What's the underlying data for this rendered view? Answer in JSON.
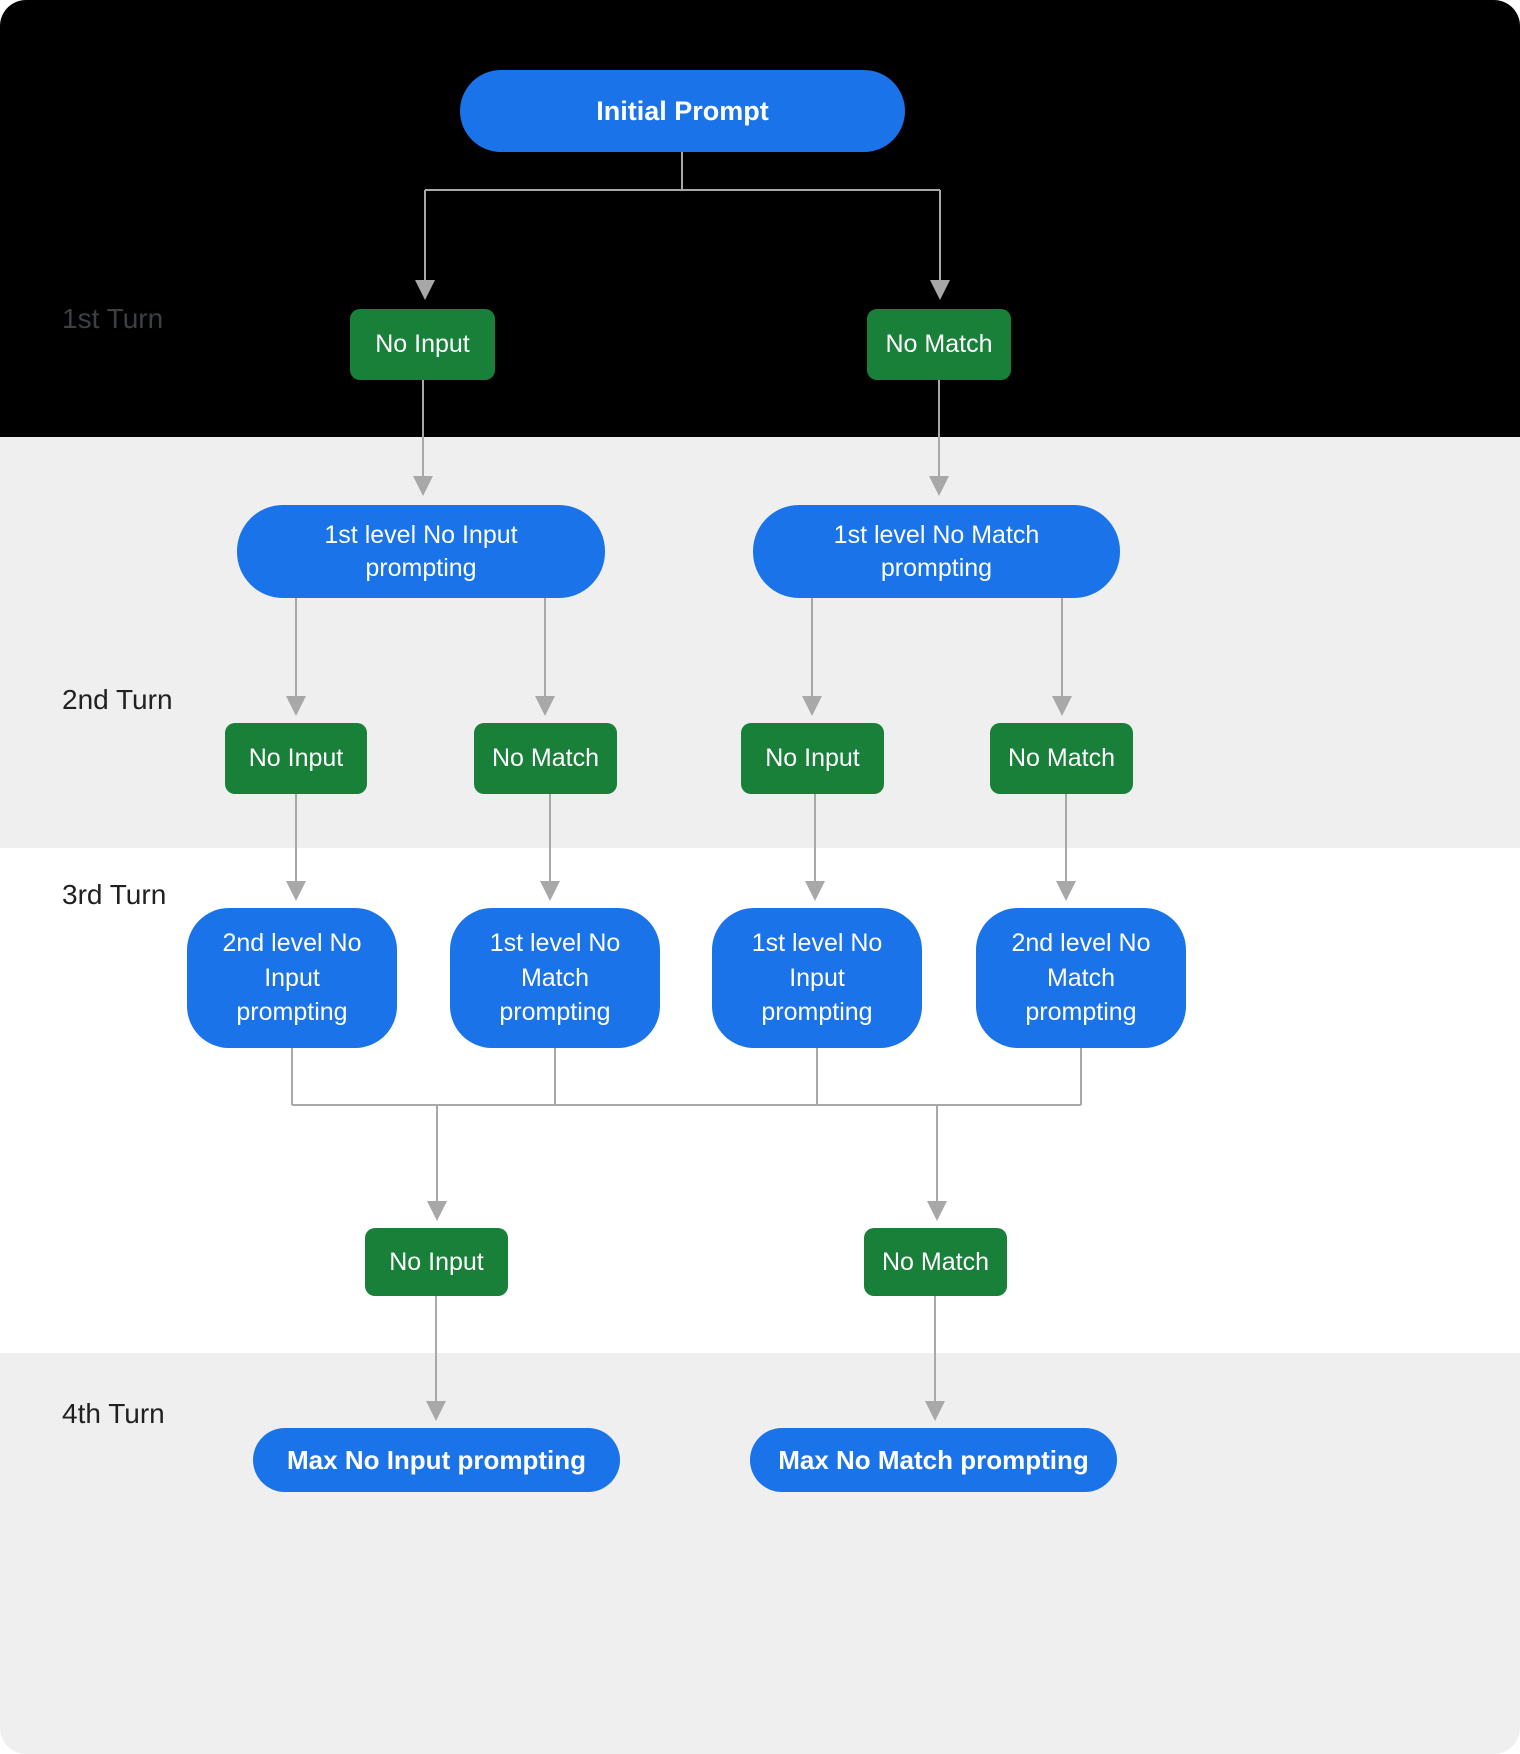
{
  "colors": {
    "node_blue": "#1a73e8",
    "node_green": "#188038",
    "band_black": "#000000",
    "band_gray": "#efefef",
    "band_white": "#ffffff",
    "connector_gray": "#a8a8a8",
    "node_text": "#ffffff"
  },
  "turns": [
    "1st Turn",
    "2nd Turn",
    "3rd Turn",
    "4th Turn"
  ],
  "nodes": {
    "initial_prompt": "Initial Prompt",
    "t1_no_input": "No Input",
    "t1_no_match": "No Match",
    "l1_no_input_prompting": "1st level No Input prompting",
    "l1_no_match_prompting": "1st level No Match prompting",
    "t2_left_no_input": "No Input",
    "t2_left_no_match": "No Match",
    "t2_right_no_input": "No Input",
    "t2_right_no_match": "No Match",
    "l2_no_input_prompting": "2nd level No Input prompting",
    "l1b_no_match_prompting": "1st level No Match prompting",
    "l1b_no_input_prompting": "1st level No Input prompting",
    "l2_no_match_prompting": "2nd level No Match prompting",
    "t3_no_input": "No Input",
    "t3_no_match": "No Match",
    "max_no_input_prompting": "Max No Input prompting",
    "max_no_match_prompting": "Max No Match prompting"
  },
  "edges": [
    {
      "from": "initial_prompt",
      "to": "t1_no_input"
    },
    {
      "from": "initial_prompt",
      "to": "t1_no_match"
    },
    {
      "from": "t1_no_input",
      "to": "l1_no_input_prompting"
    },
    {
      "from": "t1_no_match",
      "to": "l1_no_match_prompting"
    },
    {
      "from": "l1_no_input_prompting",
      "to": "t2_left_no_input"
    },
    {
      "from": "l1_no_input_prompting",
      "to": "t2_left_no_match"
    },
    {
      "from": "l1_no_match_prompting",
      "to": "t2_right_no_input"
    },
    {
      "from": "l1_no_match_prompting",
      "to": "t2_right_no_match"
    },
    {
      "from": "t2_left_no_input",
      "to": "l2_no_input_prompting"
    },
    {
      "from": "t2_left_no_match",
      "to": "l1b_no_match_prompting"
    },
    {
      "from": "t2_right_no_input",
      "to": "l1b_no_input_prompting"
    },
    {
      "from": "t2_right_no_match",
      "to": "l2_no_match_prompting"
    },
    {
      "from": "l2_no_input_prompting,l1b_no_match_prompting,l1b_no_input_prompting,l2_no_match_prompting",
      "to": "t3_no_input"
    },
    {
      "from": "l2_no_input_prompting,l1b_no_match_prompting,l1b_no_input_prompting,l2_no_match_prompting",
      "to": "t3_no_match"
    },
    {
      "from": "t3_no_input",
      "to": "max_no_input_prompting"
    },
    {
      "from": "t3_no_match",
      "to": "max_no_match_prompting"
    }
  ]
}
